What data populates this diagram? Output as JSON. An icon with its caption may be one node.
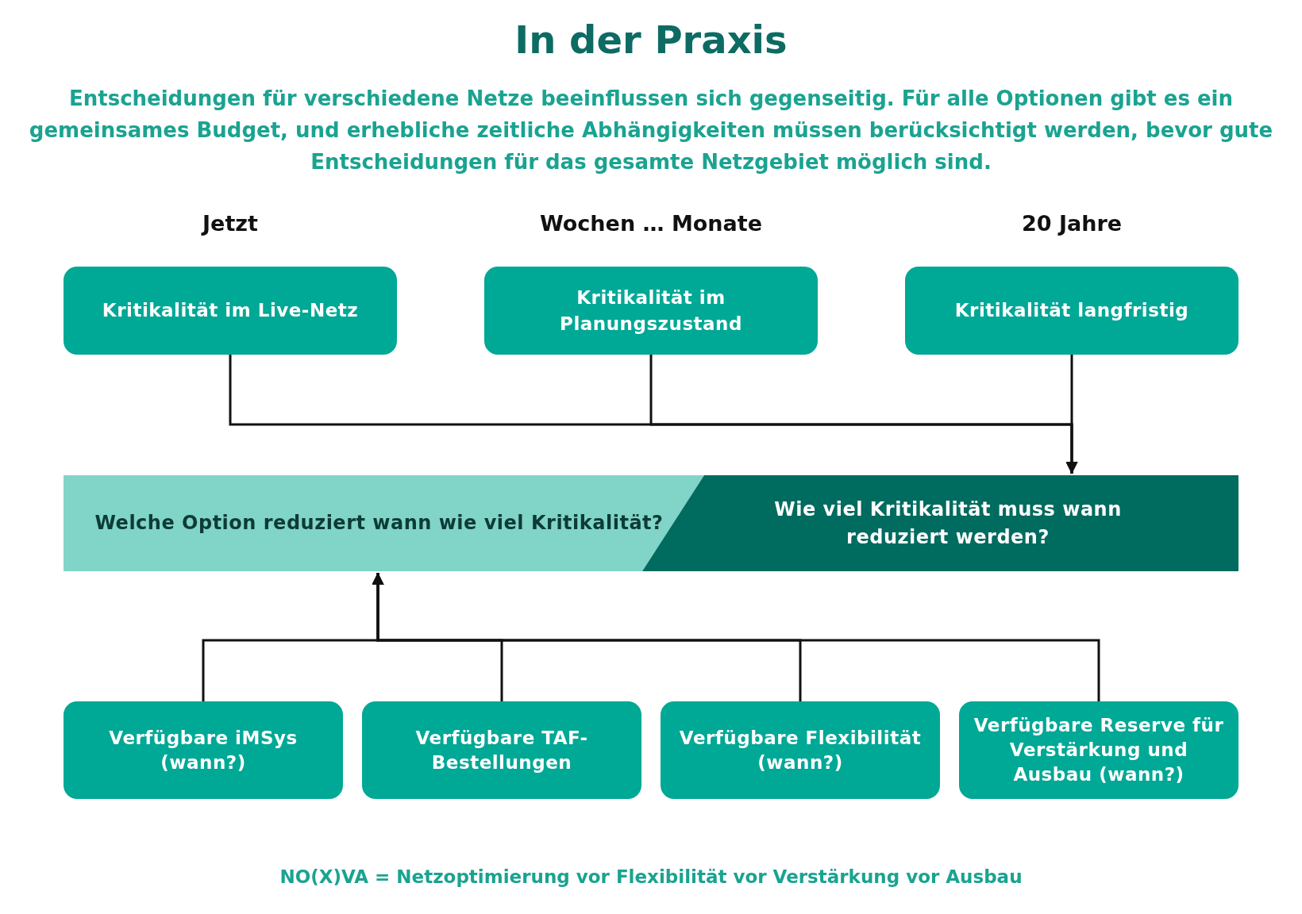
{
  "diagram": {
    "title": "In der Praxis",
    "nodes": [
      {
        "text": [
          "Kritikalität im Live-Netz"
        ],
        "beside": [
          "Jetzt"
        ]
      },
      {
        "text": [
          "Kritikalität im Planungszustand"
        ],
        "beside": [
          "Wochen … Monate"
        ]
      },
      {
        "text": [
          "Kritikalität langfristig"
        ],
        "beside": [
          "20 Jahre"
        ]
      },
      {
        "text": [
          "Welche Option reduziert wann wie viel Kritikalität?"
        ]
      },
      {
        "text": [
          "Wie viel Kritikalität muss wann reduziert werden?"
        ]
      },
      {
        "text": [
          "Verfügbare iMSys (wann?)"
        ]
      },
      {
        "text": [
          "Verfügbare TAF-Bestellungen"
        ]
      },
      {
        "text": [
          "Verfügbare Flexibilität (wann?)"
        ]
      },
      {
        "text": [
          "Verfügbare Reserve für Verstärkung und Ausbau (wann?)"
        ]
      }
    ],
    "edges": [
      {
        "from": 0,
        "to": 4,
        "arrow": "to"
      },
      {
        "from": 1,
        "to": 4,
        "arrow": "to"
      },
      {
        "from": 2,
        "to": 4,
        "arrow": "to"
      },
      {
        "from": 5,
        "to": 3,
        "arrow": "to"
      },
      {
        "from": 6,
        "to": 3,
        "arrow": "to"
      },
      {
        "from": 7,
        "to": 3,
        "arrow": "to"
      },
      {
        "from": 8,
        "to": 3,
        "arrow": "to"
      }
    ],
    "labels": [
      "Entscheidungen für verschiedene Netze beeinflussen sich gegenseitig. Für alle Optionen gibt es ein gemeinsames Budget, und erhebliche zeitliche Abhängigkeiten müssen berücksichtigt werden, bevor gute Entscheidungen für das gesamte Netzgebiet möglich sind."
    ],
    "caption": "NO(X)VA = Netzoptimierung vor Flexibilität vor Verstärkung vor Ausbau"
  }
}
